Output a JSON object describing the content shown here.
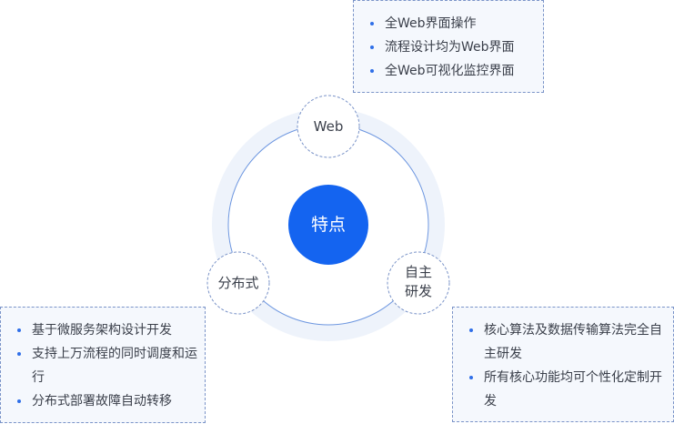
{
  "center": {
    "label": "特点"
  },
  "nodes": {
    "web": "Web",
    "distributed": "分布式",
    "self_line1": "自主",
    "self_line2": "研发"
  },
  "boxes": {
    "web": [
      "全Web界面操作",
      "流程设计均为Web界面",
      "全Web可视化监控界面"
    ],
    "distributed": [
      "基于微服务架构设计开发",
      "支持上万流程的同时调度和运行",
      "分布式部署故障自动转移"
    ],
    "self": [
      "核心算法及数据传输算法完全自主研发",
      "所有核心功能均可个性化定制开发"
    ]
  },
  "colors": {
    "accent": "#1464f0",
    "ring_outer": "#eef3fb",
    "ring_line": "#6e97e0",
    "node_border": "#7a93c8",
    "box_bg": "#f5f8fd"
  }
}
